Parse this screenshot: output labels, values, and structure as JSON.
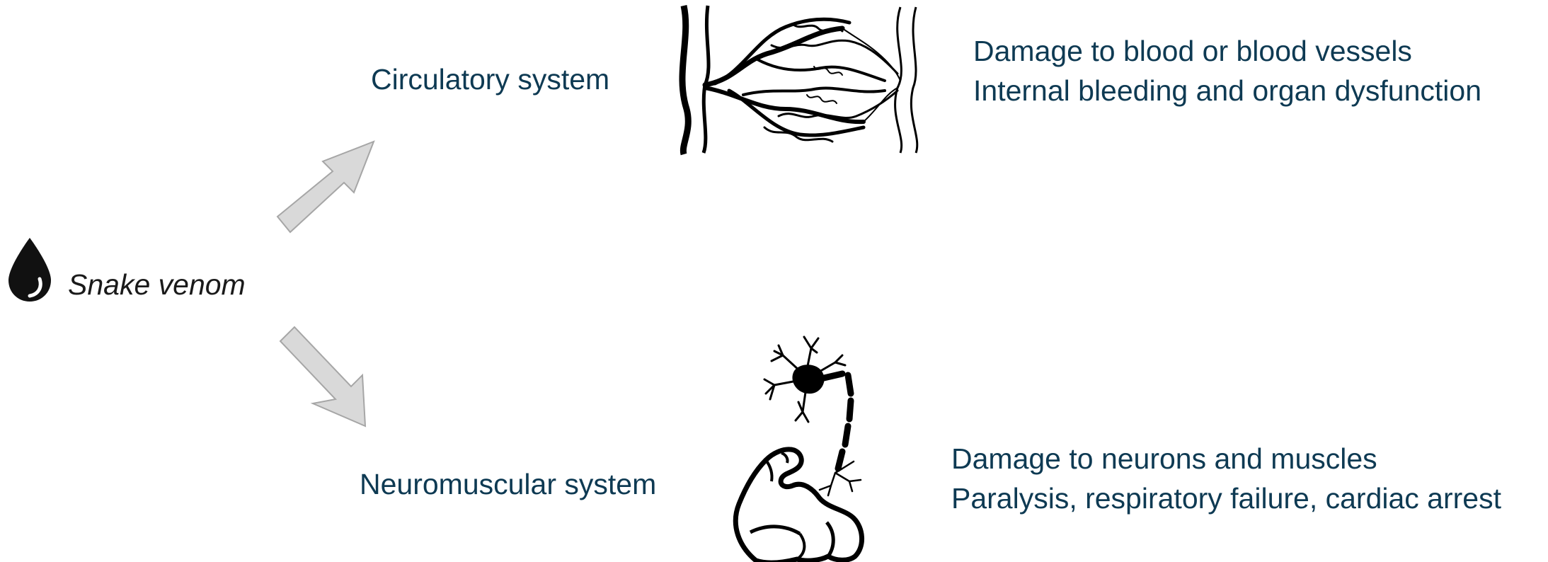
{
  "source": {
    "label": "Snake venom",
    "icon": "drop-icon"
  },
  "arrows": {
    "fill": "#d9d9d9",
    "stroke": "#a6a6a6"
  },
  "targets": [
    {
      "label": "Circulatory system",
      "icon": "blood-vessels-icon",
      "effects": [
        "Damage to blood or blood vessels",
        "Internal bleeding and organ dysfunction"
      ]
    },
    {
      "label": "Neuromuscular system",
      "icon": "neuron-muscle-icon",
      "effects": [
        "Damage to neurons and muscles",
        "Paralysis, respiratory failure, cardiac arrest"
      ]
    }
  ],
  "colors": {
    "label_text": "#0e3a53",
    "source_text": "#1a1a1a"
  }
}
